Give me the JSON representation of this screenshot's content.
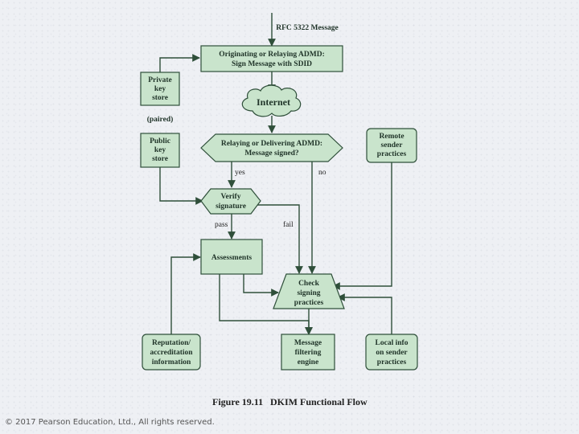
{
  "nodes": {
    "rfc_message": "RFC 5322 Message",
    "originating": [
      "Originating or Relaying ADMD:",
      "Sign Message with SDID"
    ],
    "private_key": [
      "Private",
      "key",
      "store"
    ],
    "paired": "(paired)",
    "internet": "Internet",
    "public_key": [
      "Public",
      "key",
      "store"
    ],
    "relaying": [
      "Relaying or Delivering ADMD:",
      "Message signed?"
    ],
    "remote_sender": [
      "Remote",
      "sender",
      "practices"
    ],
    "verify": [
      "Verify",
      "signature"
    ],
    "assessments": "Assessments",
    "check_signing": [
      "Check",
      "signing",
      "practices"
    ],
    "reputation": [
      "Reputation/",
      "accreditation",
      "information"
    ],
    "message_filtering": [
      "Message",
      "filtering",
      "engine"
    ],
    "local_info": [
      "Local info",
      "on sender",
      "practices"
    ]
  },
  "edge_labels": {
    "yes": "yes",
    "no": "no",
    "pass": "pass",
    "fail": "fail"
  },
  "caption": {
    "figure_number": "Figure 19.11",
    "figure_title": "DKIM Functional Flow"
  },
  "footer": {
    "copyright": "© 2017 Pearson Education, Ltd., All rights reserved."
  },
  "colors": {
    "node_fill": "#c9e4cc",
    "stroke": "#2f4f3a"
  }
}
